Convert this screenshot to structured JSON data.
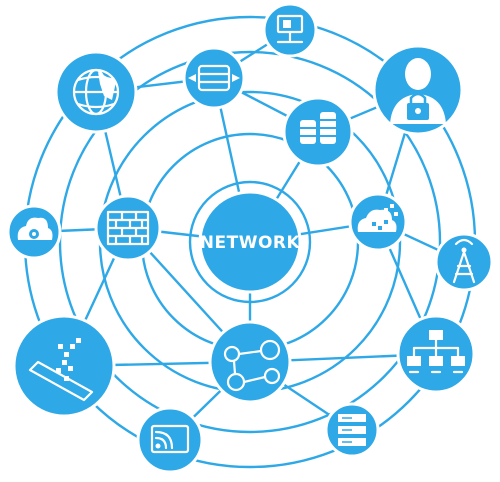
{
  "center_label": "NETWORK",
  "colors": {
    "primary": "#2ea8e6",
    "icon": "#ffffff",
    "background": "#ffffff"
  },
  "nodes": [
    {
      "name": "network-hub",
      "icon": "text-network"
    },
    {
      "name": "globe-node",
      "icon": "globe-icon"
    },
    {
      "name": "server-transfer-node",
      "icon": "server-transfer-icon"
    },
    {
      "name": "computer-network-node",
      "icon": "computer-network-icon"
    },
    {
      "name": "user-security-node",
      "icon": "user-lock-icon"
    },
    {
      "name": "database-node",
      "icon": "database-icon"
    },
    {
      "name": "cloud-settings-node",
      "icon": "cloud-gear-icon"
    },
    {
      "name": "firewall-node",
      "icon": "brick-wall-icon"
    },
    {
      "name": "cloud-data-node",
      "icon": "cloud-pixel-icon"
    },
    {
      "name": "antenna-node",
      "icon": "antenna-tower-icon"
    },
    {
      "name": "tablet-data-node",
      "icon": "tablet-pixel-icon"
    },
    {
      "name": "connection-node",
      "icon": "node-link-icon"
    },
    {
      "name": "network-tree-node",
      "icon": "hierarchy-icon"
    },
    {
      "name": "cast-screen-node",
      "icon": "cast-screen-icon"
    },
    {
      "name": "server-rack-node",
      "icon": "server-rack-icon"
    }
  ]
}
